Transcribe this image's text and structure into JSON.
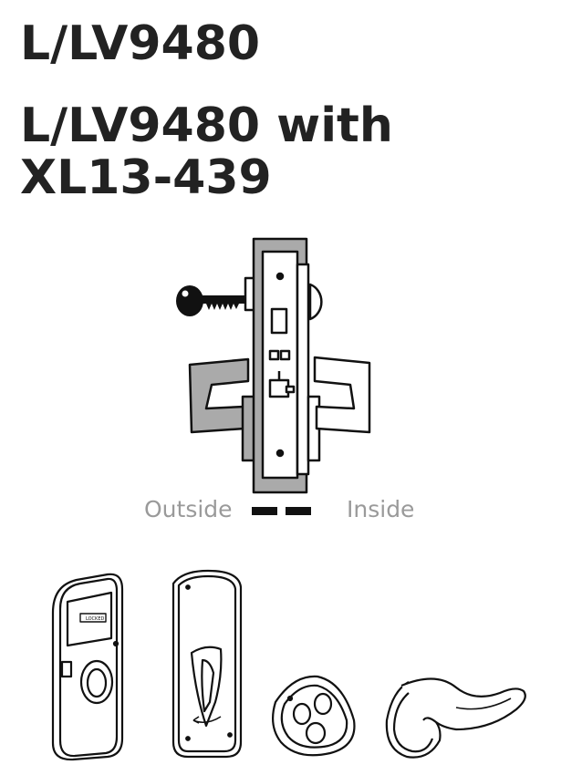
{
  "titles": {
    "model": "L/LV9480",
    "variant_line1": "L/LV9480 with",
    "variant_line2": "XL13-439"
  },
  "diagram": {
    "outside_label": "Outside",
    "inside_label": "Inside",
    "plate_text": "LOCKED"
  },
  "colors": {
    "outside_trim": "#aaaaaa",
    "inside_trim": "#ffffff",
    "outline": "#111111",
    "label_gray": "#9a9a9a",
    "title": "#222222"
  }
}
